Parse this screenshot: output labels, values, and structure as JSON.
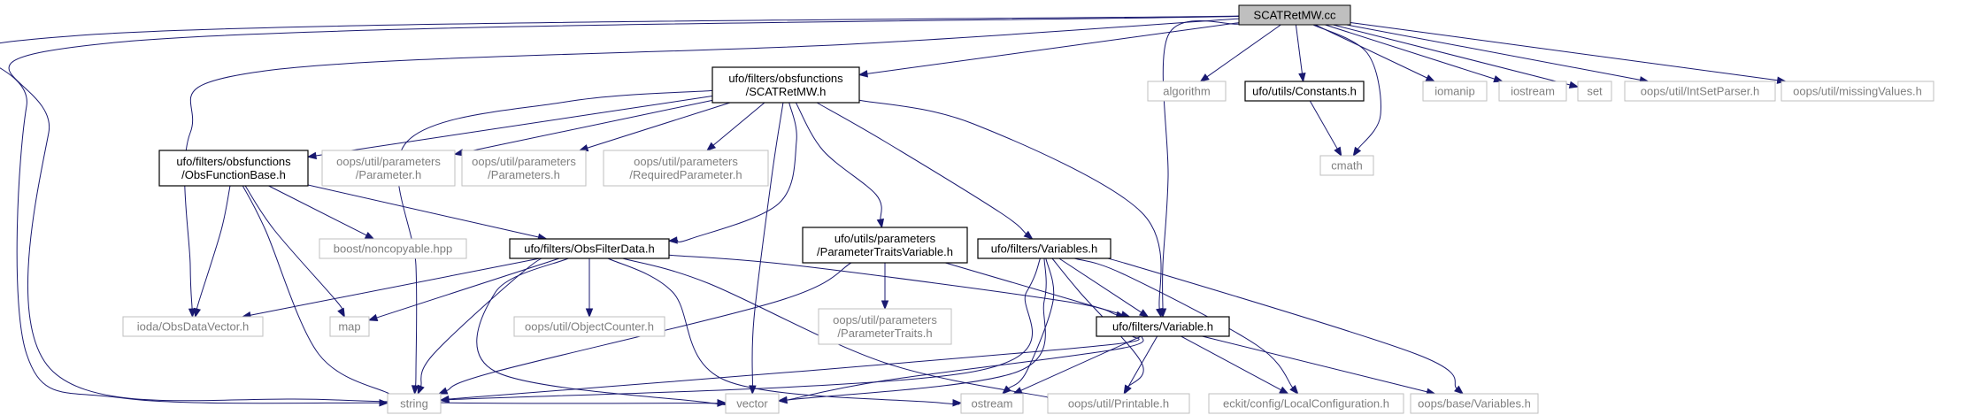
{
  "graph": {
    "nodes": [
      {
        "id": "root",
        "kind": "root",
        "lines": [
          "SCATRetMW.cc"
        ]
      },
      {
        "id": "scatretmw_h",
        "kind": "file",
        "lines": [
          "ufo/filters/obsfunctions",
          "/SCATRetMW.h"
        ]
      },
      {
        "id": "algorithm",
        "kind": "ext",
        "lines": [
          "algorithm"
        ]
      },
      {
        "id": "constants",
        "kind": "file",
        "lines": [
          "ufo/utils/Constants.h"
        ]
      },
      {
        "id": "iomanip",
        "kind": "ext",
        "lines": [
          "iomanip"
        ]
      },
      {
        "id": "iostream",
        "kind": "ext",
        "lines": [
          "iostream"
        ]
      },
      {
        "id": "set",
        "kind": "ext",
        "lines": [
          "set"
        ]
      },
      {
        "id": "intsetparser",
        "kind": "ext",
        "lines": [
          "oops/util/IntSetParser.h"
        ]
      },
      {
        "id": "missingvalues",
        "kind": "ext",
        "lines": [
          "oops/util/missingValues.h"
        ]
      },
      {
        "id": "cmath",
        "kind": "ext",
        "lines": [
          "cmath"
        ]
      },
      {
        "id": "obsfunctionbase",
        "kind": "file",
        "lines": [
          "ufo/filters/obsfunctions",
          "/ObsFunctionBase.h"
        ]
      },
      {
        "id": "parameter_h",
        "kind": "ext",
        "lines": [
          "oops/util/parameters",
          "/Parameter.h"
        ]
      },
      {
        "id": "parameters_h",
        "kind": "ext",
        "lines": [
          "oops/util/parameters",
          "/Parameters.h"
        ]
      },
      {
        "id": "requiredparameter",
        "kind": "ext",
        "lines": [
          "oops/util/parameters",
          "/RequiredParameter.h"
        ]
      },
      {
        "id": "noncopyable",
        "kind": "ext",
        "lines": [
          "boost/noncopyable.hpp"
        ]
      },
      {
        "id": "obsfilterdata",
        "kind": "file",
        "lines": [
          "ufo/filters/ObsFilterData.h"
        ]
      },
      {
        "id": "paramtraitsvariable",
        "kind": "file",
        "lines": [
          "ufo/utils/parameters",
          "/ParameterTraitsVariable.h"
        ]
      },
      {
        "id": "variables_h",
        "kind": "file",
        "lines": [
          "ufo/filters/Variables.h"
        ]
      },
      {
        "id": "obsdatavector",
        "kind": "ext",
        "lines": [
          "ioda/ObsDataVector.h"
        ]
      },
      {
        "id": "map",
        "kind": "ext",
        "lines": [
          "map"
        ]
      },
      {
        "id": "objectcounter",
        "kind": "ext",
        "lines": [
          "oops/util/ObjectCounter.h"
        ]
      },
      {
        "id": "paramtraits",
        "kind": "ext",
        "lines": [
          "oops/util/parameters",
          "/ParameterTraits.h"
        ]
      },
      {
        "id": "variable_h",
        "kind": "file",
        "lines": [
          "ufo/filters/Variable.h"
        ]
      },
      {
        "id": "string",
        "kind": "ext",
        "lines": [
          "string"
        ]
      },
      {
        "id": "vector",
        "kind": "ext",
        "lines": [
          "vector"
        ]
      },
      {
        "id": "ostream",
        "kind": "ext",
        "lines": [
          "ostream"
        ]
      },
      {
        "id": "printable",
        "kind": "ext",
        "lines": [
          "oops/util/Printable.h"
        ]
      },
      {
        "id": "localconfig",
        "kind": "ext",
        "lines": [
          "eckit/config/LocalConfiguration.h"
        ]
      },
      {
        "id": "oopsvariables",
        "kind": "ext",
        "lines": [
          "oops/base/Variables.h"
        ]
      }
    ],
    "edges": [
      [
        "root",
        "scatretmw_h"
      ],
      [
        "root",
        "algorithm"
      ],
      [
        "root",
        "constants"
      ],
      [
        "root",
        "cmath"
      ],
      [
        "root",
        "iomanip"
      ],
      [
        "root",
        "iostream"
      ],
      [
        "root",
        "set"
      ],
      [
        "root",
        "intsetparser"
      ],
      [
        "root",
        "missingvalues"
      ],
      [
        "root",
        "obsdatavector"
      ],
      [
        "root",
        "variable_h"
      ],
      [
        "root",
        "string"
      ],
      [
        "root",
        "vector"
      ],
      [
        "constants",
        "cmath"
      ],
      [
        "scatretmw_h",
        "obsfunctionbase"
      ],
      [
        "scatretmw_h",
        "parameter_h"
      ],
      [
        "scatretmw_h",
        "parameters_h"
      ],
      [
        "scatretmw_h",
        "requiredparameter"
      ],
      [
        "scatretmw_h",
        "obsfilterdata"
      ],
      [
        "scatretmw_h",
        "paramtraitsvariable"
      ],
      [
        "scatretmw_h",
        "variables_h"
      ],
      [
        "scatretmw_h",
        "variable_h"
      ],
      [
        "scatretmw_h",
        "vector"
      ],
      [
        "scatretmw_h",
        "string"
      ],
      [
        "obsfunctionbase",
        "noncopyable"
      ],
      [
        "obsfunctionbase",
        "obsfilterdata"
      ],
      [
        "obsfunctionbase",
        "obsdatavector"
      ],
      [
        "obsfunctionbase",
        "map"
      ],
      [
        "obsfunctionbase",
        "string"
      ],
      [
        "obsfilterdata",
        "obsdatavector"
      ],
      [
        "obsfilterdata",
        "map"
      ],
      [
        "obsfilterdata",
        "objectcounter"
      ],
      [
        "obsfilterdata",
        "variable_h"
      ],
      [
        "obsfilterdata",
        "string"
      ],
      [
        "obsfilterdata",
        "vector"
      ],
      [
        "obsfilterdata",
        "ostream"
      ],
      [
        "obsfilterdata",
        "printable"
      ],
      [
        "paramtraitsvariable",
        "paramtraits"
      ],
      [
        "paramtraitsvariable",
        "variable_h"
      ],
      [
        "paramtraitsvariable",
        "string"
      ],
      [
        "variables_h",
        "variable_h"
      ],
      [
        "variables_h",
        "string"
      ],
      [
        "variables_h",
        "vector"
      ],
      [
        "variables_h",
        "ostream"
      ],
      [
        "variables_h",
        "printable"
      ],
      [
        "variables_h",
        "localconfig"
      ],
      [
        "variables_h",
        "oopsvariables"
      ],
      [
        "variable_h",
        "string"
      ],
      [
        "variable_h",
        "vector"
      ],
      [
        "variable_h",
        "ostream"
      ],
      [
        "variable_h",
        "printable"
      ],
      [
        "variable_h",
        "localconfig"
      ],
      [
        "variable_h",
        "oopsvariables"
      ]
    ]
  }
}
